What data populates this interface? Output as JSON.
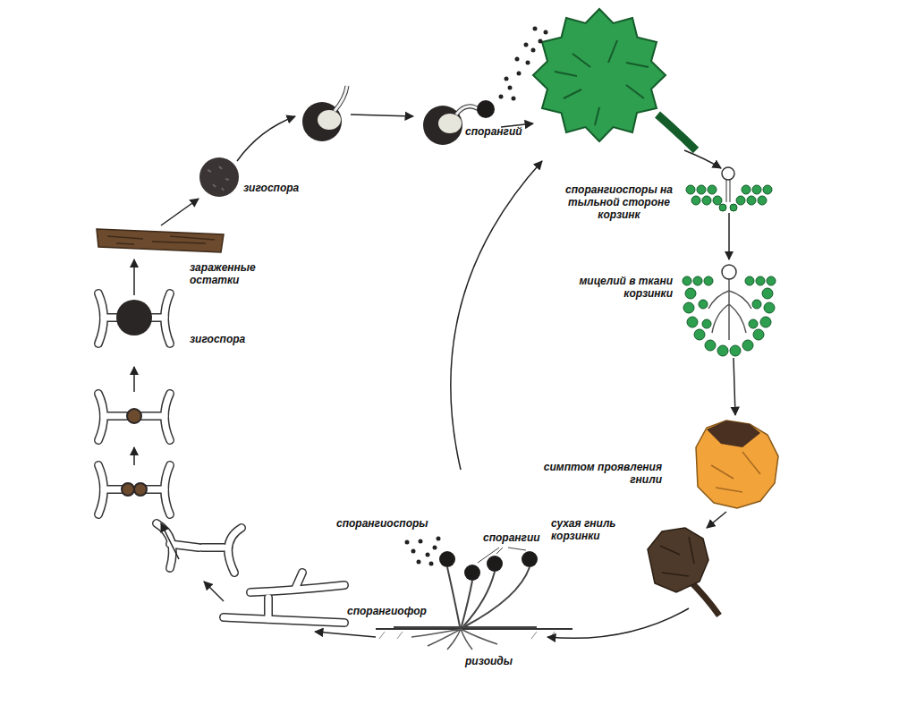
{
  "diagram": {
    "labels": [
      "зигоспора",
      "спорангий",
      "спорангиоспоры на тыльной стороне корзинк",
      "зараженные остатки",
      "мицелий в ткани корзинки",
      "зигоспора",
      "симптом проявления гнили",
      "спорангиоспоры",
      "спорангии",
      "сухая гниль корзинки",
      "спорангиофор",
      "ризоиды"
    ]
  }
}
